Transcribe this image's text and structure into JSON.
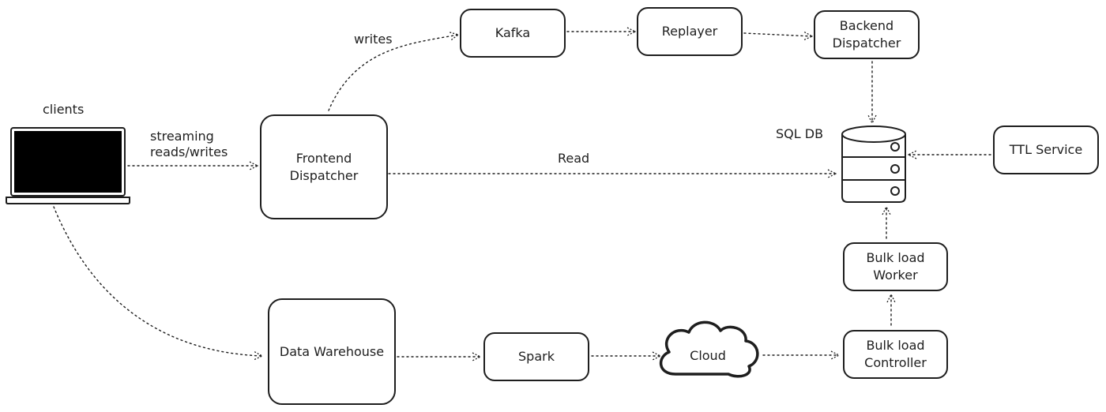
{
  "nodes": {
    "clients": "clients",
    "frontend": "Frontend\nDispatcher",
    "kafka": "Kafka",
    "replayer": "Replayer",
    "backend": "Backend\nDispatcher",
    "sqldb": "SQL DB",
    "ttl": "TTL Service",
    "bulk_worker": "Bulk load\nWorker",
    "bulk_controller": "Bulk load\nController",
    "warehouse": "Data Warehouse",
    "spark": "Spark",
    "cloud": "Cloud"
  },
  "edges": {
    "streaming": "streaming\nreads/writes",
    "writes": "writes",
    "read": "Read"
  }
}
